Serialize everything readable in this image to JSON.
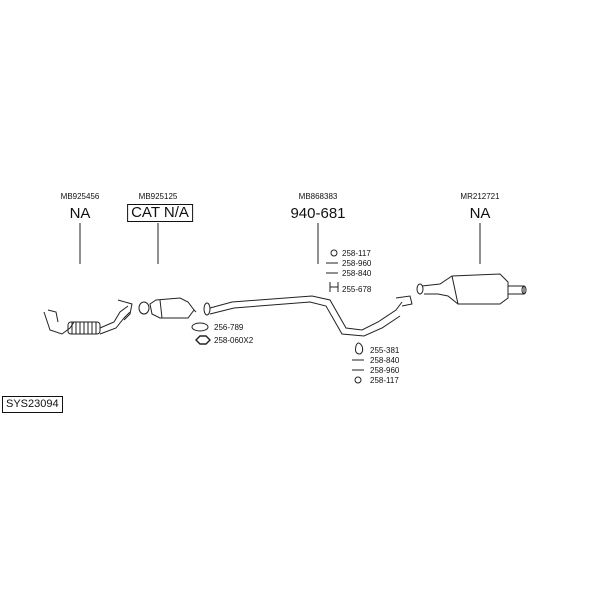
{
  "system_id": "SYS23094",
  "sections": [
    {
      "oem": "MB925456",
      "ref": "NA"
    },
    {
      "oem": "MB925125",
      "ref": "CAT N/A"
    },
    {
      "oem": "MB868383",
      "ref": "940-681"
    },
    {
      "oem": "MR212721",
      "ref": "NA"
    }
  ],
  "parts_top": [
    "258-117",
    "258-960",
    "258-840",
    "255-678"
  ],
  "parts_cat": [
    "256-789",
    "258-060X2"
  ],
  "parts_bottom": [
    "255-381",
    "258-840",
    "258-960",
    "258-117"
  ],
  "icons": {
    "ring": "gasket-ring-icon",
    "pin": "pin-icon",
    "bracket": "hanger-bracket-icon",
    "clamp": "clamp-icon",
    "nut": "hex-nut-icon",
    "flange": "flange-gasket-icon"
  }
}
